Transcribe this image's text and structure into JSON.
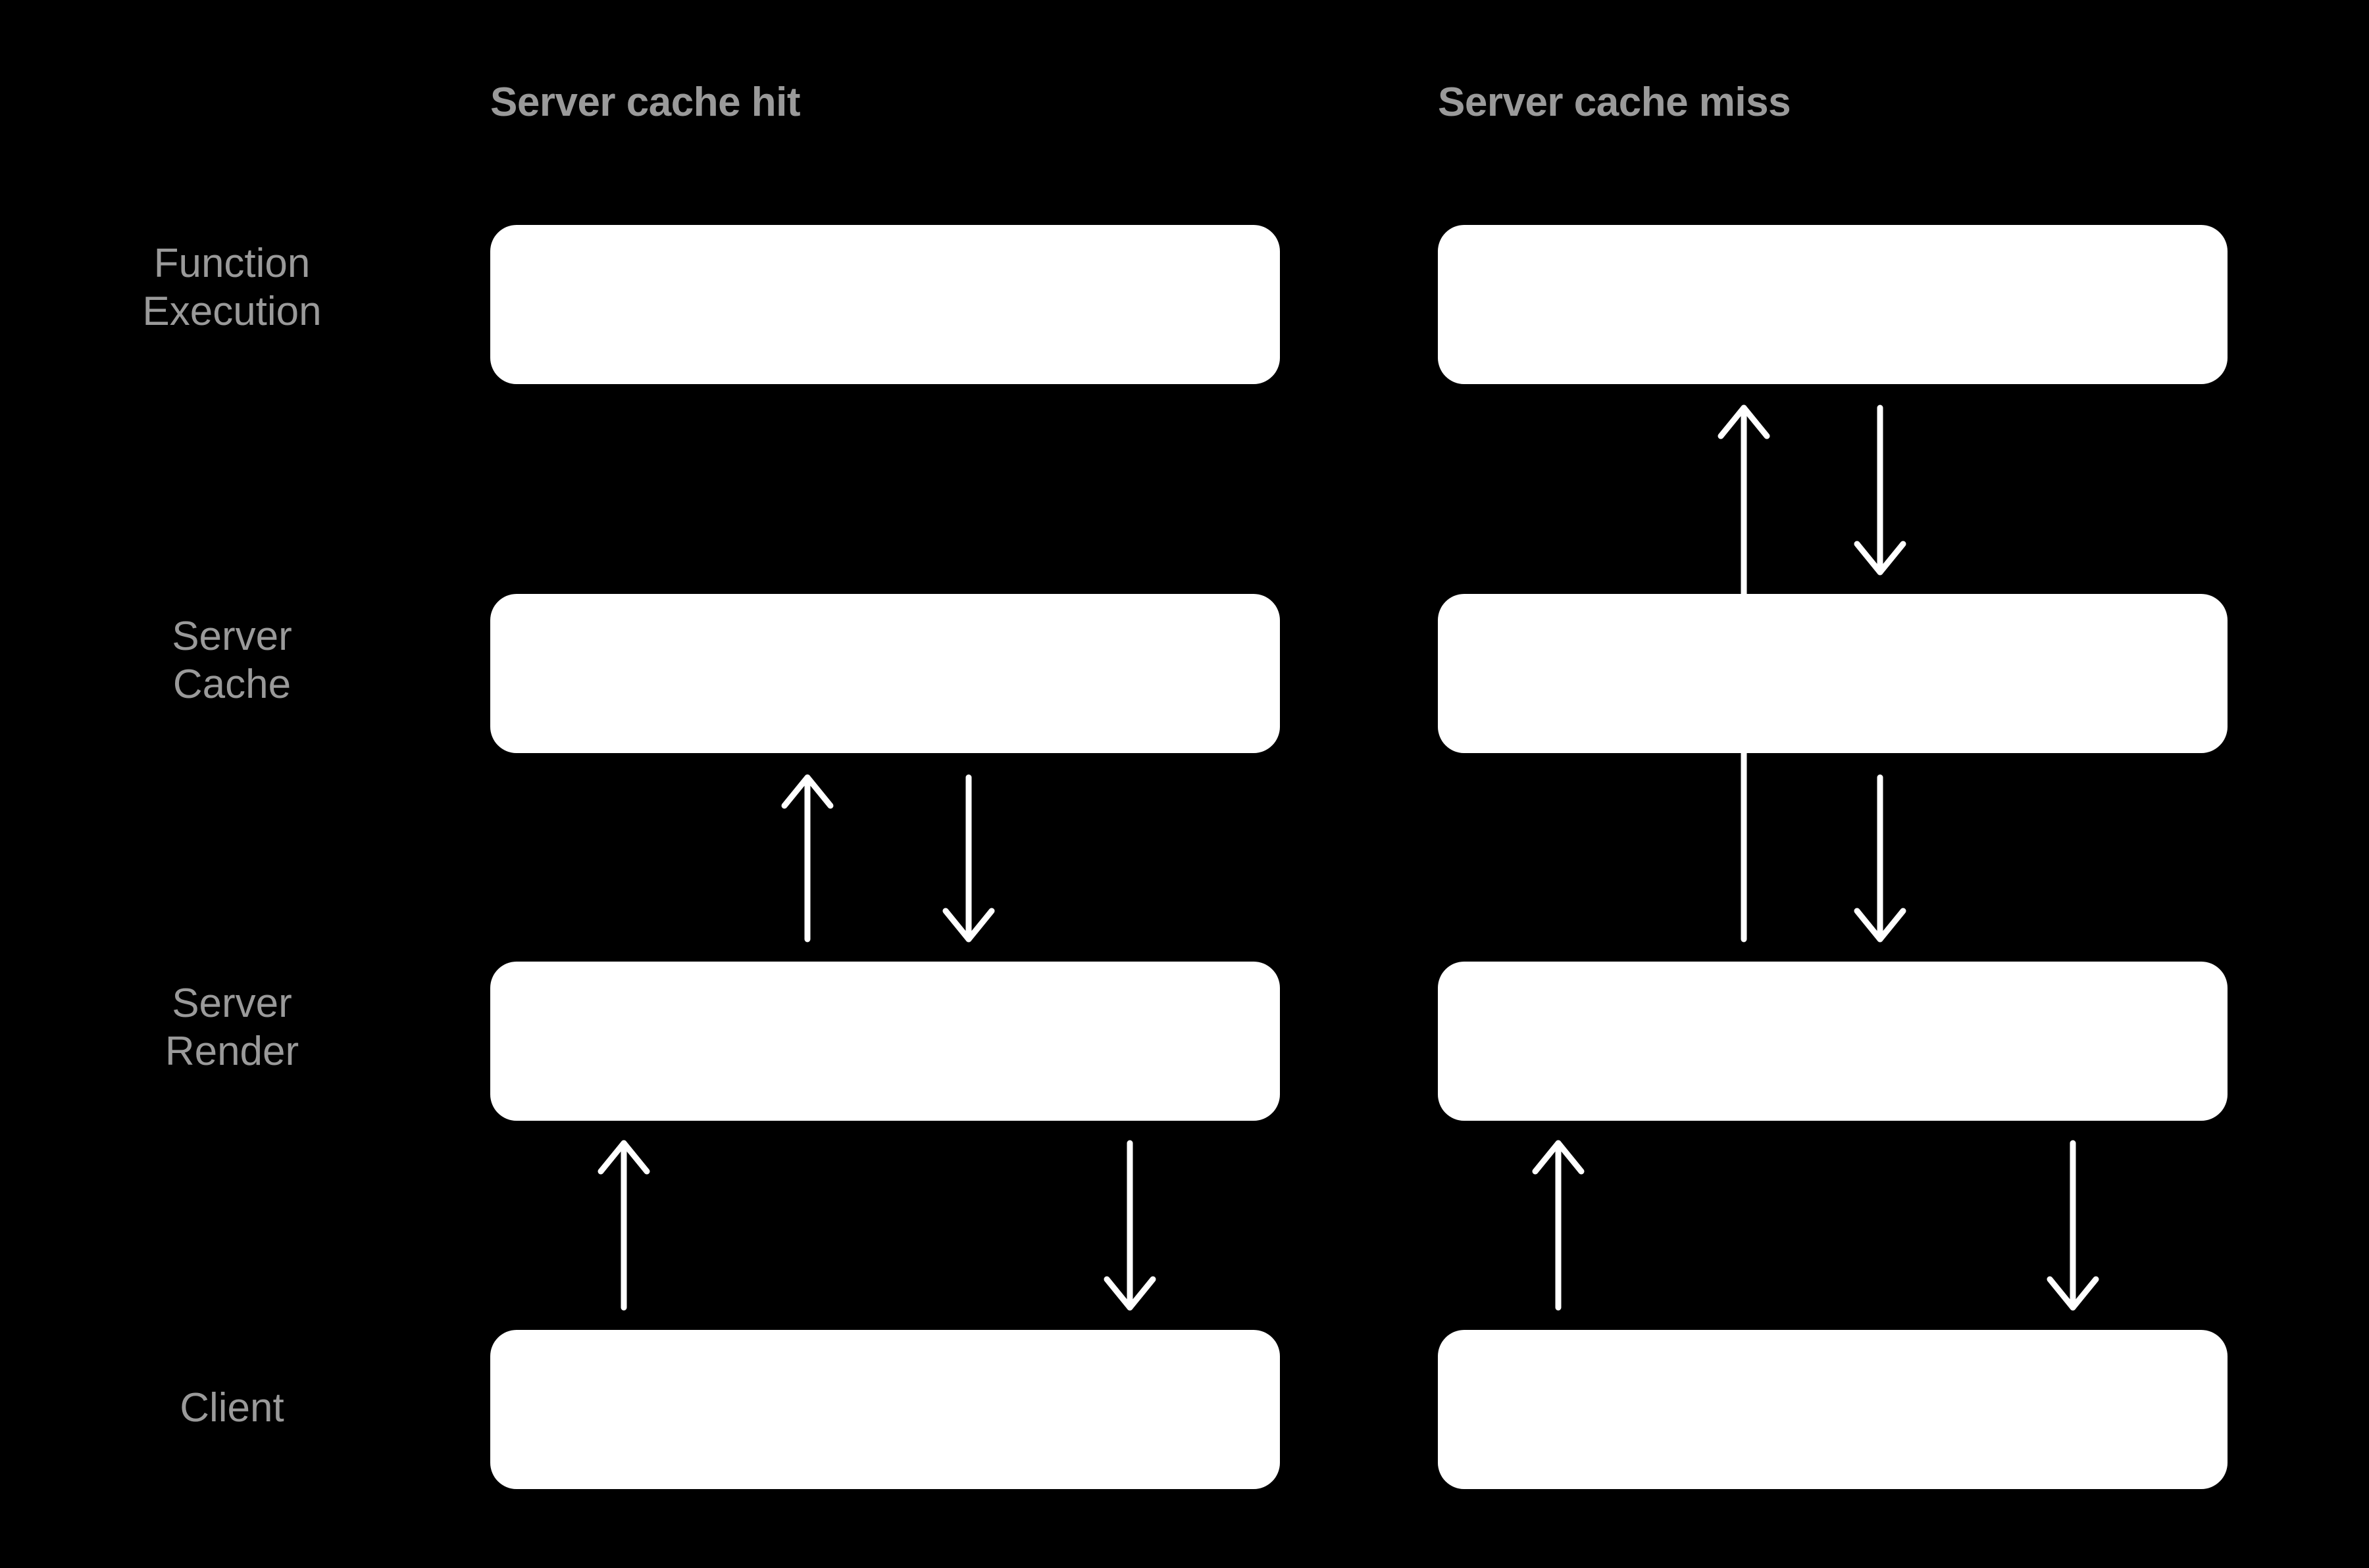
{
  "diagram": {
    "background_color": "#000000",
    "node_color": "#ffffff",
    "label_color": "#9a9a9a",
    "arrow_color": "#ffffff",
    "columns": [
      {
        "id": "server-cache-hit",
        "label": "Server cache hit"
      },
      {
        "id": "server-cache-miss",
        "label": "Server cache miss"
      }
    ],
    "rows": [
      {
        "id": "function-execution",
        "label": "Function\nExecution"
      },
      {
        "id": "server-cache",
        "label": "Server\nCache"
      },
      {
        "id": "server-render",
        "label": "Server\nRender"
      },
      {
        "id": "client",
        "label": "Client"
      }
    ],
    "nodes": [
      {
        "id": "hit-function-execution",
        "column": "server-cache-hit",
        "row": "function-execution",
        "label": ""
      },
      {
        "id": "hit-server-cache",
        "column": "server-cache-hit",
        "row": "server-cache",
        "label": ""
      },
      {
        "id": "hit-server-render",
        "column": "server-cache-hit",
        "row": "server-render",
        "label": ""
      },
      {
        "id": "hit-client",
        "column": "server-cache-hit",
        "row": "client",
        "label": ""
      },
      {
        "id": "miss-function-execution",
        "column": "server-cache-miss",
        "row": "function-execution",
        "label": ""
      },
      {
        "id": "miss-server-cache",
        "column": "server-cache-miss",
        "row": "server-cache",
        "label": ""
      },
      {
        "id": "miss-server-render",
        "column": "server-cache-miss",
        "row": "server-render",
        "label": ""
      },
      {
        "id": "miss-client",
        "column": "server-cache-miss",
        "row": "client",
        "label": ""
      }
    ],
    "arrows": [
      {
        "id": "hit-render-to-cache",
        "column": "server-cache-hit",
        "direction": "up",
        "from": "server-render",
        "to": "server-cache"
      },
      {
        "id": "hit-cache-to-render",
        "column": "server-cache-hit",
        "direction": "down",
        "from": "server-cache",
        "to": "server-render"
      },
      {
        "id": "hit-client-to-render",
        "column": "server-cache-hit",
        "direction": "up",
        "from": "client",
        "to": "server-render"
      },
      {
        "id": "hit-render-to-client",
        "column": "server-cache-hit",
        "direction": "down",
        "from": "server-render",
        "to": "client"
      },
      {
        "id": "miss-render-to-function",
        "column": "server-cache-miss",
        "direction": "up",
        "from": "server-render",
        "to": "function-execution"
      },
      {
        "id": "miss-function-to-cache",
        "column": "server-cache-miss",
        "direction": "down",
        "from": "function-execution",
        "to": "server-cache"
      },
      {
        "id": "miss-cache-to-render",
        "column": "server-cache-miss",
        "direction": "down",
        "from": "server-cache",
        "to": "server-render"
      },
      {
        "id": "miss-client-to-render",
        "column": "server-cache-miss",
        "direction": "up",
        "from": "client",
        "to": "server-render"
      },
      {
        "id": "miss-render-to-client",
        "column": "server-cache-miss",
        "direction": "down",
        "from": "server-render",
        "to": "client"
      }
    ]
  }
}
